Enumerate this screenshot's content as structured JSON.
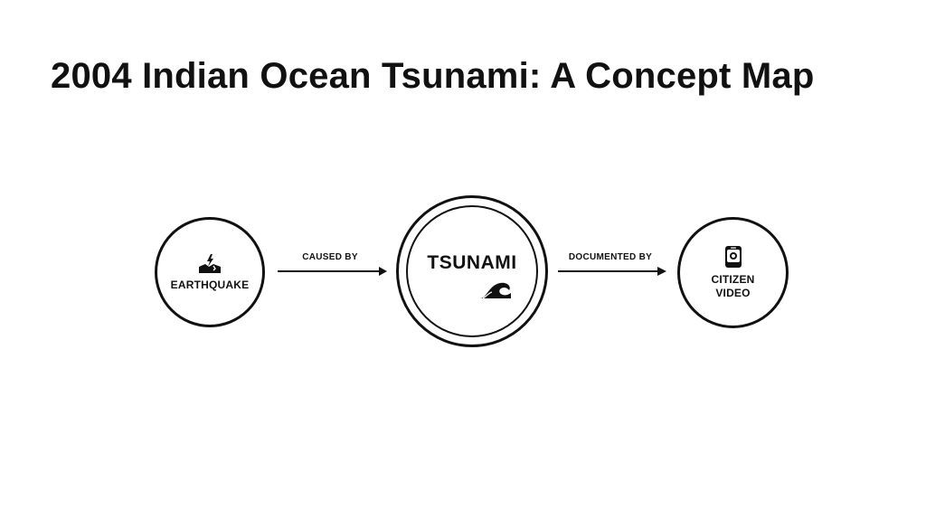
{
  "diagram": {
    "title": "2004 Indian Ocean Tsunami: A Concept Map",
    "nodes": [
      {
        "id": "earthquake",
        "label": "EARTHQUAKE",
        "icon": "earthquake-icon"
      },
      {
        "id": "tsunami",
        "label": "TSUNAMI",
        "icon": "wave-icon"
      },
      {
        "id": "citizen_video",
        "label_line1": "CITIZEN",
        "label_line2": "VIDEO",
        "icon": "camera-phone-icon"
      }
    ],
    "edges": [
      {
        "from": "earthquake",
        "to": "tsunami",
        "label": "CAUSED BY"
      },
      {
        "from": "tsunami",
        "to": "citizen_video",
        "label": "DOCUMENTED BY"
      }
    ]
  }
}
